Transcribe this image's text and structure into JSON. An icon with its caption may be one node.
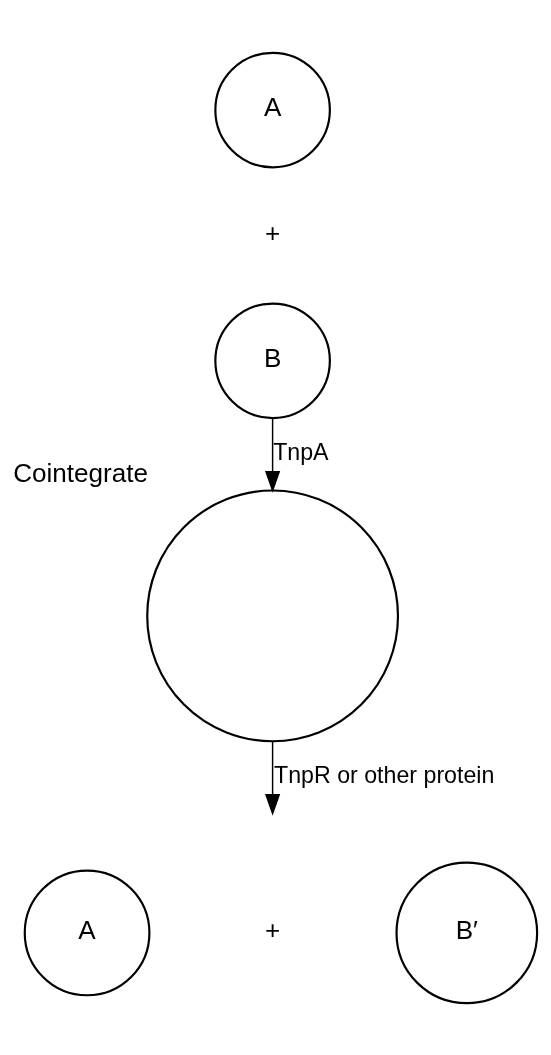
{
  "diagram": {
    "nodes": [
      {
        "text": [
          "A"
        ]
      },
      {
        "text": [
          "B"
        ]
      },
      {
        "text": [],
        "shape": "circle",
        "beside": [
          "Cointegrate"
        ]
      },
      {
        "text": [
          "A"
        ]
      },
      {
        "text": [
          "B′"
        ]
      }
    ],
    "edges": [
      {
        "from": 1,
        "to": 2,
        "arrow": "to",
        "label": "TnpA"
      },
      {
        "from": 2,
        "to": null,
        "arrow": "to",
        "label": "TnpR or other protein"
      }
    ],
    "labels": [
      "+",
      "+"
    ]
  }
}
